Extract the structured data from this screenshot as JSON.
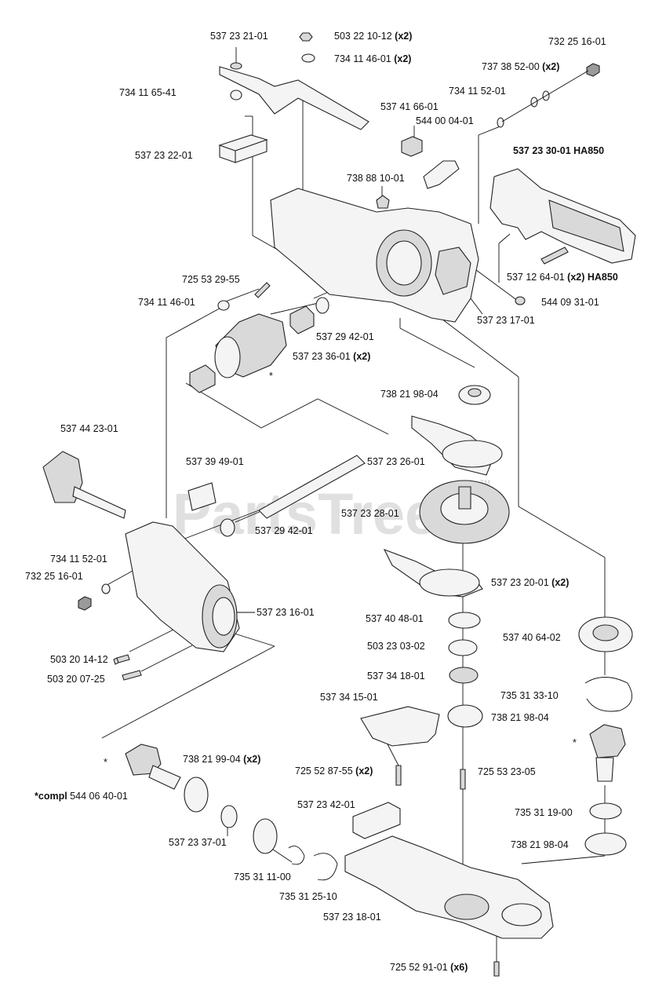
{
  "diagram": {
    "watermark": "PartsTree",
    "watermark_tm": "TM",
    "labels": [
      {
        "id": "l1",
        "part": "537 23 21-01",
        "qty": ""
      },
      {
        "id": "l2",
        "part": "503 22 10-12",
        "qty": "(x2)"
      },
      {
        "id": "l3",
        "part": "734 11 46-01",
        "qty": "(x2)"
      },
      {
        "id": "l4",
        "part": "732 25 16-01",
        "qty": ""
      },
      {
        "id": "l5",
        "part": "737 38 52-00",
        "qty": "(x2)"
      },
      {
        "id": "l6",
        "part": "734 11 65-41",
        "qty": ""
      },
      {
        "id": "l7",
        "part": "734 11 52-01",
        "qty": ""
      },
      {
        "id": "l8",
        "part": "537 41 66-01",
        "qty": ""
      },
      {
        "id": "l9",
        "part": "544 00 04-01",
        "qty": ""
      },
      {
        "id": "l10",
        "part": "537 23 22-01",
        "qty": ""
      },
      {
        "id": "l11",
        "part": "537 23 30-01 HA850",
        "qty": ""
      },
      {
        "id": "l12",
        "part": "738 88 10-01",
        "qty": ""
      },
      {
        "id": "l13",
        "part": "725 53 29-55",
        "qty": ""
      },
      {
        "id": "l14",
        "part": "537 12 64-01",
        "qty": "(x2) HA850"
      },
      {
        "id": "l15",
        "part": "734 11 46-01",
        "qty": ""
      },
      {
        "id": "l16",
        "part": "544 09 31-01",
        "qty": ""
      },
      {
        "id": "l17",
        "part": "537 23 17-01",
        "qty": ""
      },
      {
        "id": "l18",
        "part": "537 29 42-01",
        "qty": ""
      },
      {
        "id": "l19",
        "part": "537 23 36-01",
        "qty": "(x2)"
      },
      {
        "id": "l20",
        "part": "738 21 98-04",
        "qty": ""
      },
      {
        "id": "l21",
        "part": "537 44 23-01",
        "qty": ""
      },
      {
        "id": "l22",
        "part": "537 39 49-01",
        "qty": ""
      },
      {
        "id": "l23",
        "part": "537 23 26-01",
        "qty": ""
      },
      {
        "id": "l24",
        "part": "537 23 28-01",
        "qty": ""
      },
      {
        "id": "l25",
        "part": "537 29 42-01",
        "qty": ""
      },
      {
        "id": "l26",
        "part": "734 11 52-01",
        "qty": ""
      },
      {
        "id": "l27",
        "part": "732 25 16-01",
        "qty": ""
      },
      {
        "id": "l28",
        "part": "537 23 20-01",
        "qty": "(x2)"
      },
      {
        "id": "l29",
        "part": "537 23 16-01",
        "qty": ""
      },
      {
        "id": "l30",
        "part": "537 40 48-01",
        "qty": ""
      },
      {
        "id": "l31",
        "part": "537 40 64-02",
        "qty": ""
      },
      {
        "id": "l32",
        "part": "503 20 14-12",
        "qty": ""
      },
      {
        "id": "l33",
        "part": "503 23 03-02",
        "qty": ""
      },
      {
        "id": "l34",
        "part": "503 20 07-25",
        "qty": ""
      },
      {
        "id": "l35",
        "part": "537 34 18-01",
        "qty": ""
      },
      {
        "id": "l36",
        "part": "735 31 33-10",
        "qty": ""
      },
      {
        "id": "l37",
        "part": "537 34 15-01",
        "qty": ""
      },
      {
        "id": "l38",
        "part": "738 21 98-04",
        "qty": ""
      },
      {
        "id": "l39",
        "part": "738 21 99-04",
        "qty": "(x2)"
      },
      {
        "id": "l40",
        "part": "725 52 87-55",
        "qty": "(x2)"
      },
      {
        "id": "l41",
        "part": "725 53 23-05",
        "qty": ""
      },
      {
        "id": "l42",
        "part": "544 06 40-01",
        "qty": "",
        "prefix": "*compl"
      },
      {
        "id": "l43",
        "part": "537 23 42-01",
        "qty": ""
      },
      {
        "id": "l44",
        "part": "735 31 19-00",
        "qty": ""
      },
      {
        "id": "l45",
        "part": "537 23 37-01",
        "qty": ""
      },
      {
        "id": "l46",
        "part": "738 21 98-04",
        "qty": ""
      },
      {
        "id": "l47",
        "part": "735 31 11-00",
        "qty": ""
      },
      {
        "id": "l48",
        "part": "735 31 25-10",
        "qty": ""
      },
      {
        "id": "l49",
        "part": "537 23 18-01",
        "qty": ""
      },
      {
        "id": "l50",
        "part": "725 52 91-01",
        "qty": "(x6)"
      }
    ],
    "asterisks": [
      "*",
      "*",
      "*"
    ]
  }
}
